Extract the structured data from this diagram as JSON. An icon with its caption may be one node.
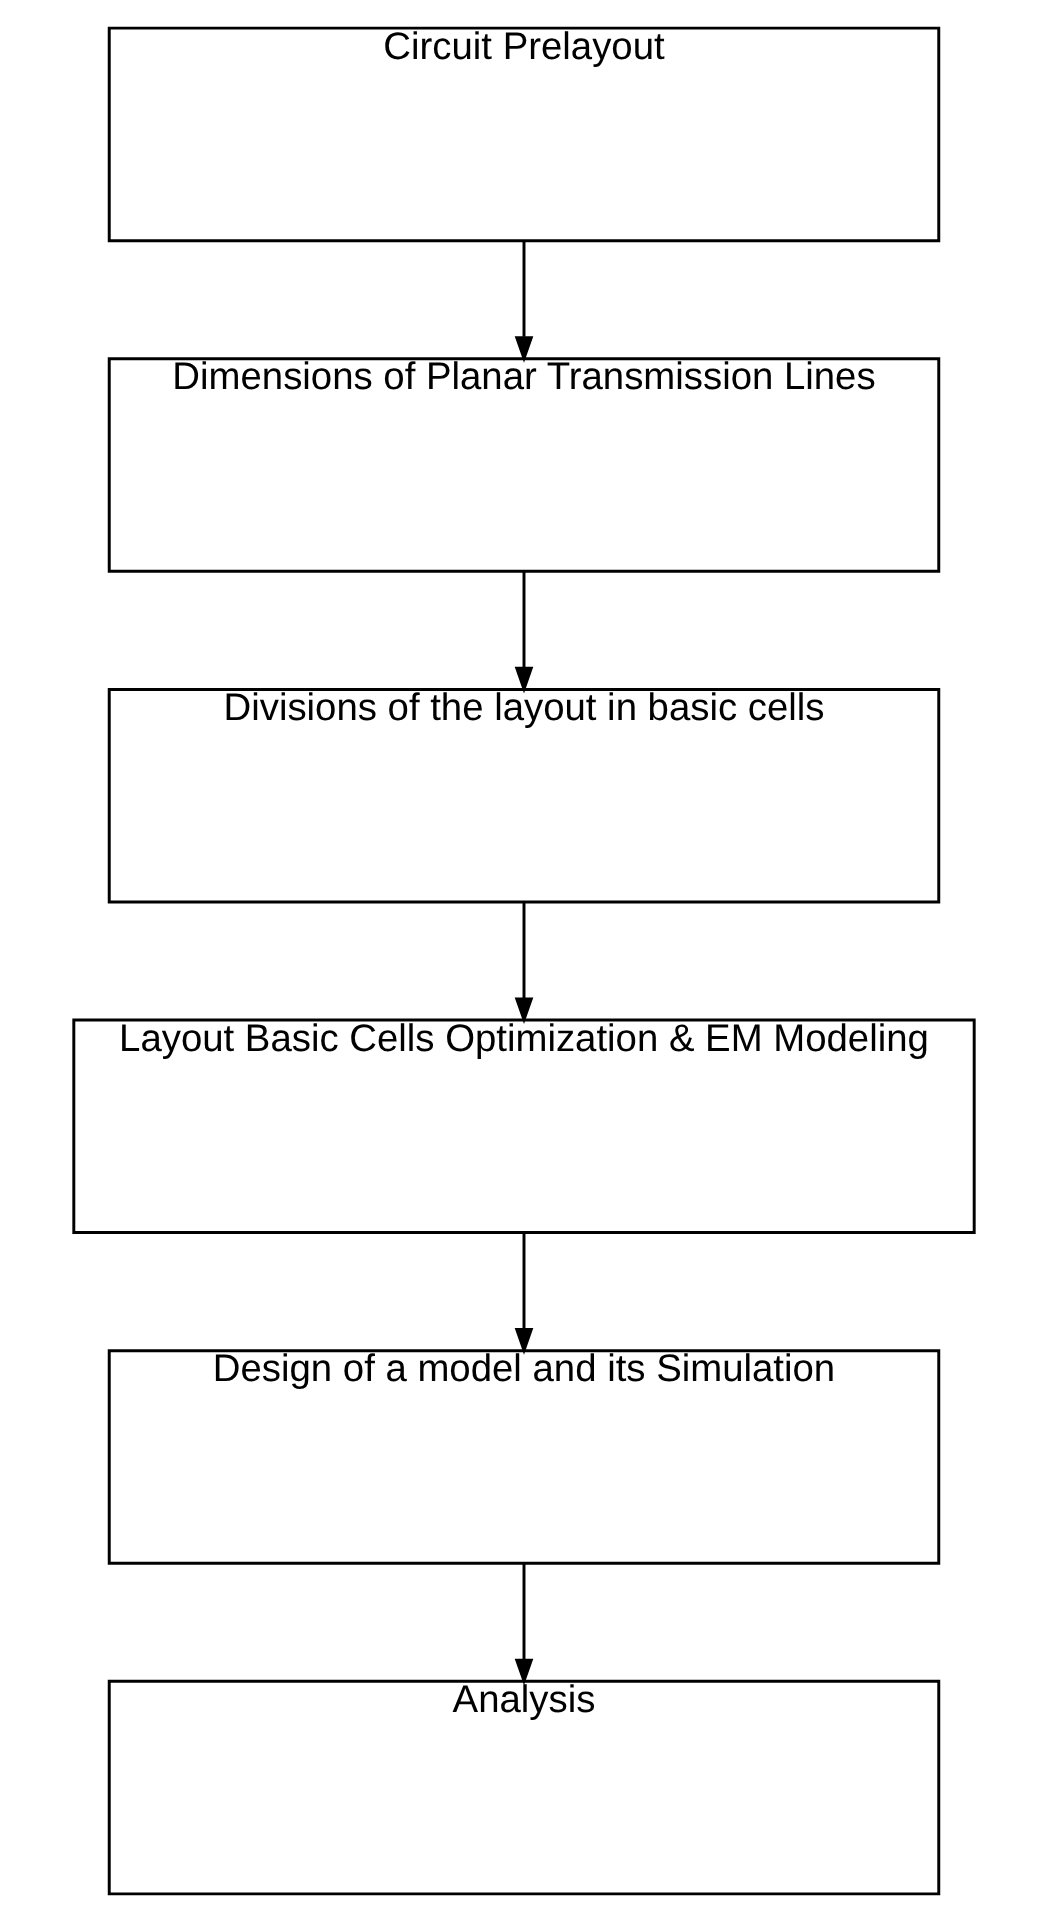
{
  "diagram": {
    "nodes": [
      {
        "text": [
          "Circuit Prelayout"
        ]
      },
      {
        "text": [
          "Dimensions of Planar Transmission Lines"
        ]
      },
      {
        "text": [
          "Divisions of the layout in basic cells"
        ]
      },
      {
        "text": [
          "Layout Basic Cells Optimization & EM Modeling"
        ]
      },
      {
        "text": [
          "Design of a model and its Simulation"
        ]
      },
      {
        "text": [
          "Analysis"
        ]
      }
    ],
    "edges": [
      {
        "from": 0,
        "to": 1,
        "arrow": "to"
      },
      {
        "from": 1,
        "to": 2,
        "arrow": "to"
      },
      {
        "from": 2,
        "to": 3,
        "arrow": "to"
      },
      {
        "from": 3,
        "to": 4,
        "arrow": "to"
      },
      {
        "from": 4,
        "to": 5,
        "arrow": "to"
      }
    ]
  }
}
